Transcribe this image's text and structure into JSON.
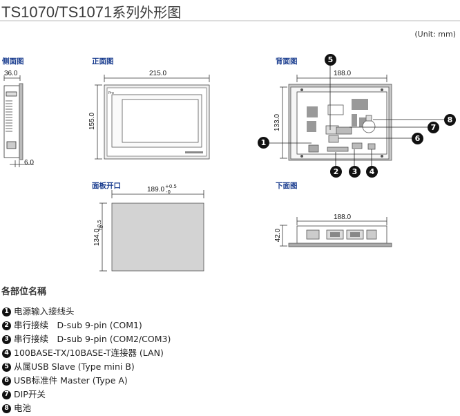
{
  "header": {
    "title_model": "TS1070/TS1071",
    "title_suffix": "系列外形图",
    "unit": "(Unit: mm)"
  },
  "views": {
    "side": {
      "label": "侧面图",
      "width_dim": "36.0",
      "bottom_dim": "6.0"
    },
    "front": {
      "label": "正面图",
      "width_dim": "215.0",
      "height_dim": "155.0"
    },
    "back": {
      "label": "背面图",
      "width_dim": "188.0",
      "height_dim": "133.0"
    },
    "cutout": {
      "label": "面板开口",
      "width_dim": "189.0",
      "width_tol_plus": "+0.5",
      "width_tol_minus": "-0",
      "height_dim": "134.0",
      "height_tol_plus": "+0.5",
      "height_tol_minus": "-0"
    },
    "bottom": {
      "label": "下面图",
      "width_dim": "188.0",
      "height_dim": "42.0"
    }
  },
  "callouts": [
    "1",
    "2",
    "3",
    "4",
    "5",
    "6",
    "7",
    "8"
  ],
  "parts": {
    "heading": "各部位名稱",
    "items": [
      {
        "num": "1",
        "text": "电源输入接线头"
      },
      {
        "num": "2",
        "text": "串行接续　D-sub 9-pin (COM1)"
      },
      {
        "num": "3",
        "text": "串行接续　D-sub 9-pin (COM2/COM3)"
      },
      {
        "num": "4",
        "text": "100BASE-TX/10BASE-T连接器 (LAN)"
      },
      {
        "num": "5",
        "text": "从属USB Slave (Type mini B)"
      },
      {
        "num": "6",
        "text": "USB标准件 Master (Type A)"
      },
      {
        "num": "7",
        "text": "DIP开关"
      },
      {
        "num": "8",
        "text": "电池"
      }
    ]
  }
}
